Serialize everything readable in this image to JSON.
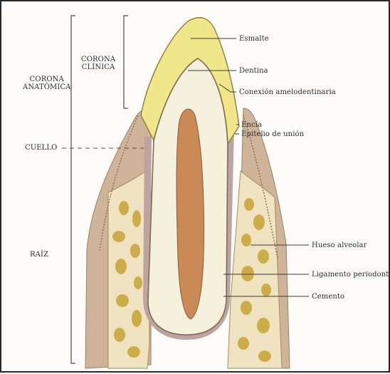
{
  "left_labels": {
    "corona_anatomica": [
      "CORONA",
      "ANATÓMICA"
    ],
    "corona_clinica": [
      "CORONA",
      "CLÍNICA"
    ],
    "cuello": "CUELLO",
    "raiz": "RAÍZ"
  },
  "right_labels": {
    "esmalte": "Esmalte",
    "dentina": "Dentina",
    "conexion": "Conexión amelodentinaria",
    "encia": "Encía",
    "epitelio": "Epitelio de unión",
    "hueso": "Hueso alveolar",
    "ligamento": "Ligamento periodontal",
    "cemento": "Cemento"
  },
  "colors": {
    "enamel": "#f1e78a",
    "dentin": "#f6f1dc",
    "pulp": "#c98a58",
    "gum": "#cfb49a",
    "bone": "#efe3c2",
    "bone_marrow": "#c9a73c",
    "cementum": "#bfa3a0"
  }
}
